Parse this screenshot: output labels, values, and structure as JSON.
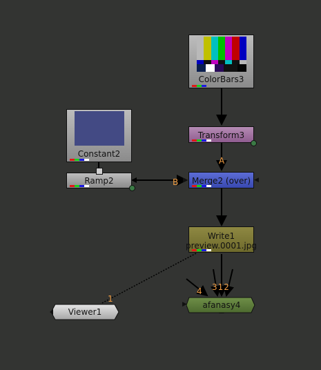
{
  "nodes": {
    "colorbars": {
      "name": "ColorBars3"
    },
    "transform": {
      "name": "Transform3"
    },
    "constant": {
      "name": "Constant2"
    },
    "ramp": {
      "name": "Ramp2"
    },
    "merge": {
      "name": "Merge2 (over)"
    },
    "write": {
      "name": "Write1",
      "file": "preview.0001.jpg"
    },
    "viewer": {
      "name": "Viewer1"
    },
    "afanasy": {
      "name": "afanasy4"
    }
  },
  "input_labels": {
    "merge_a": "A",
    "merge_b": "B",
    "viewer_1": "1",
    "afanasy_4": "4",
    "afanasy_312": "312"
  },
  "colors": {
    "background": "#333432",
    "transform": "#a77aa6",
    "merge": "#4a5ac0",
    "write": "#817b37",
    "afanasy": "#5f7d3c",
    "constant_swatch": "#434a84",
    "port_label": "#f29e44"
  }
}
